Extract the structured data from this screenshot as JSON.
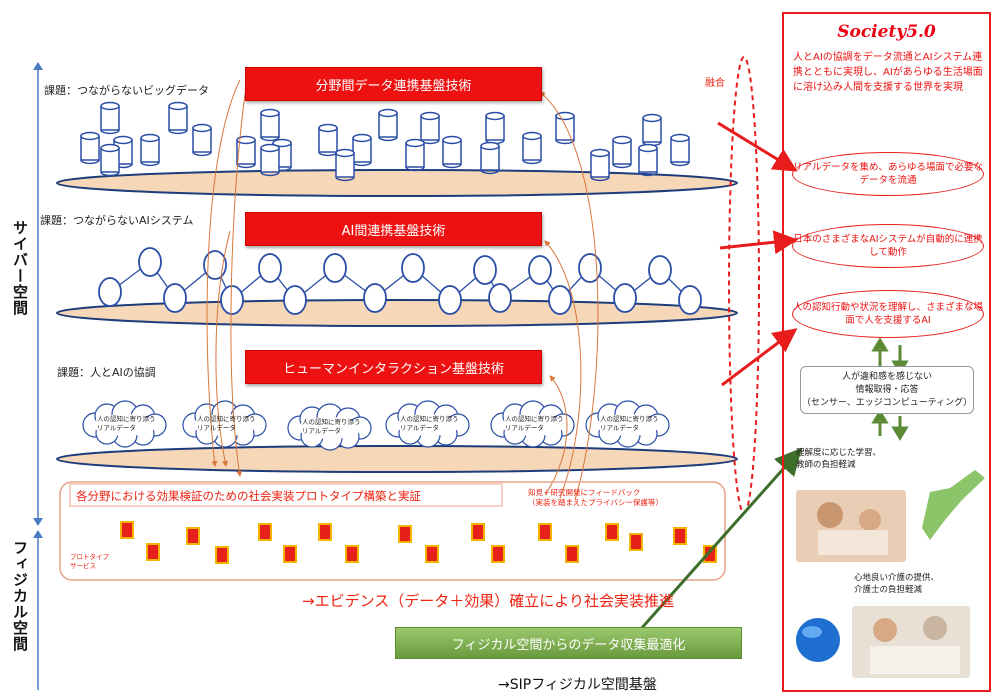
{
  "labels": {
    "cyber_space": "サイバー空間",
    "physical_space": "フィジカル空間",
    "fusion": "融合"
  },
  "layers": [
    {
      "issue": "課題：つながらないビッグデータ",
      "tech": "分野間データ連携基盤技術"
    },
    {
      "issue": "課題：つながらないAIシステム",
      "tech": "AI間連携基盤技術"
    },
    {
      "issue": "課題：人とAIの協調",
      "tech": "ヒューマンインタラクション基盤技術"
    }
  ],
  "clouds": [
    "人の認知に寄り添う\nリアルデータ",
    "人の認知に寄り添う\nリアルデータ",
    "人の認知に寄り添う\nリアルデータ",
    "人の認知に寄り添う\nリアルデータ",
    "人の認知に寄り添う\nリアルデータ",
    "人の認知に寄り添う\nリアルデータ"
  ],
  "prototype_box": {
    "title": "各分野における効果検証のための社会実装プロトタイプ構築と実証",
    "feedback": "知見＋研究開発にフィードバック\n（実装を踏まえたプライバシー保護等）",
    "service_label": "プロトタイプ\nサービス"
  },
  "evidence": "→エビデンス（データ＋効果）確立により社会実装推進",
  "physical_data": "フィジカル空間からのデータ収集最適化",
  "sip_footer": "→SIPフィジカル空間基盤",
  "society": {
    "title": "Society5.0",
    "description": "人とAIの協調をデータ流通とAIシステム連携とともに実現し、AIがあらゆる生活場面に溶け込み人間を支援する世界を実現",
    "items": [
      "リアルデータを集め、あらゆる場面で必要なデータを流通",
      "日本のさまざまなAIシステムが自動的に連携して動作",
      "人の認知行動や状況を理解し、さまざまな場面で人を支援するAI"
    ],
    "interface_box": "人が違和感を感じない\n情報取得・応答\n（センサー、エッジコンピューティング）",
    "education": "理解度に応じた学習、\n教師の負担軽減",
    "care": "心地良い介護の提供、\n介護士の負担軽減"
  },
  "colors": {
    "accent_red": "#ee1111",
    "disk_fill": "#f6d7b8",
    "node_blue": "#2a4ea6",
    "green": "#6a9a3e"
  }
}
